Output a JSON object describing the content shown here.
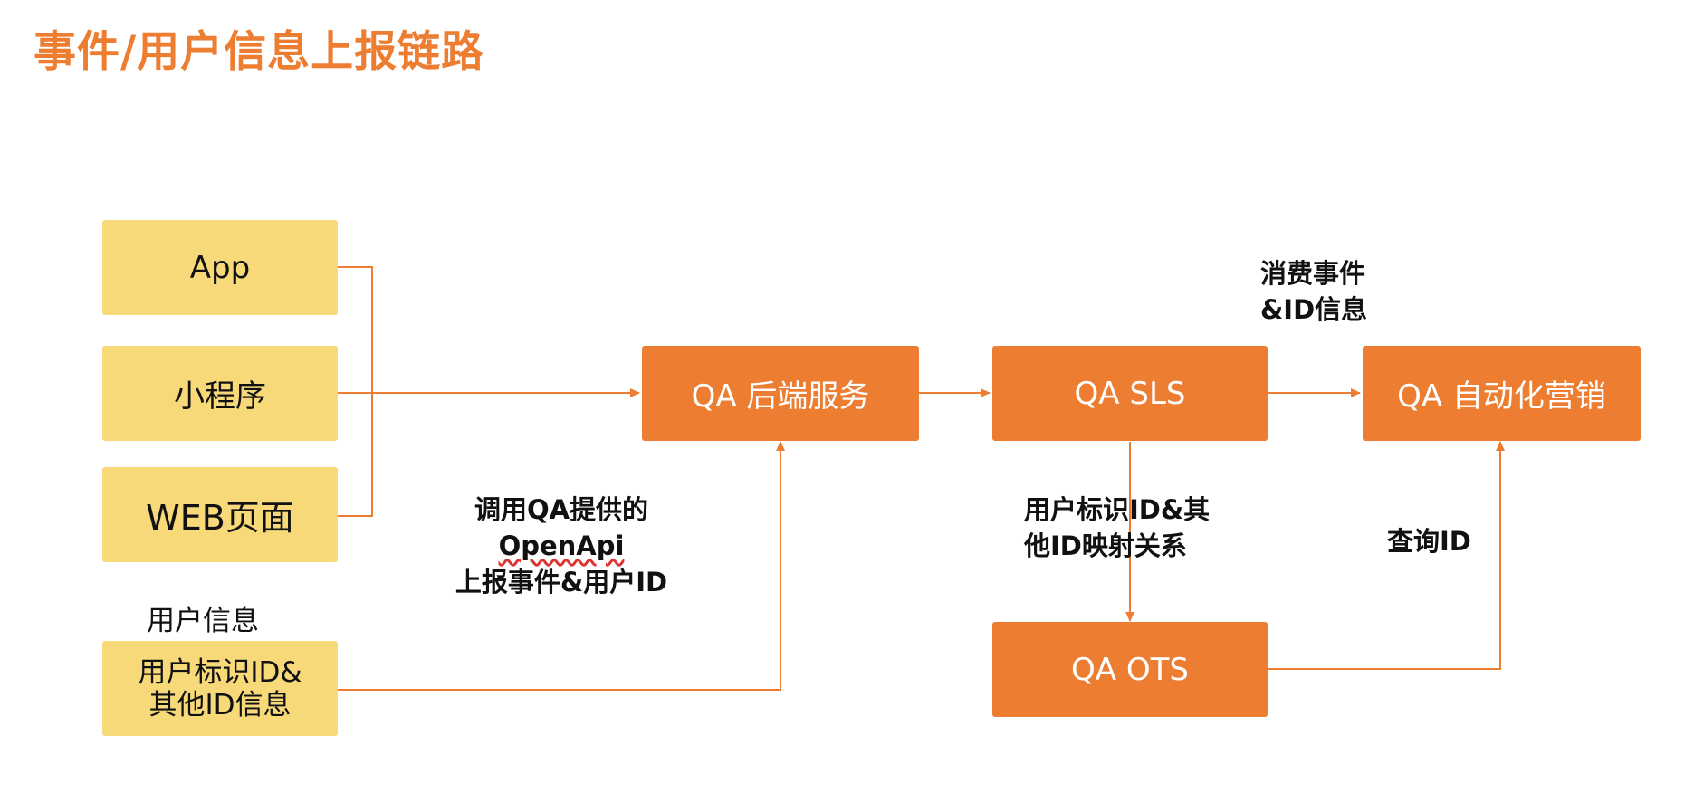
{
  "title": "事件/用户信息上报链路",
  "sources": {
    "app": "App",
    "miniprogram": "小程序",
    "web": "WEB页面",
    "user_info_caption": "用户信息",
    "user_info_line1": "用户标识ID&",
    "user_info_line2": "其他ID信息"
  },
  "services": {
    "backend": "QA 后端服务",
    "sls": "QA SLS",
    "marketing": "QA 自动化营销",
    "ots": "QA OTS"
  },
  "labels": {
    "openapi_line1": "调用QA提供的",
    "openapi_line2": "OpenApi",
    "openapi_line3": "上报事件&用户ID",
    "consume_line1": "消费事件",
    "consume_line2": "&ID信息",
    "mapping_line1": "用户标识ID&其",
    "mapping_line2": "他ID映射关系",
    "query": "查询ID"
  },
  "colors": {
    "title": "#ED7D31",
    "service_box": "#ED7D31",
    "source_box": "#F8D97A",
    "connector": "#ED7D31"
  }
}
